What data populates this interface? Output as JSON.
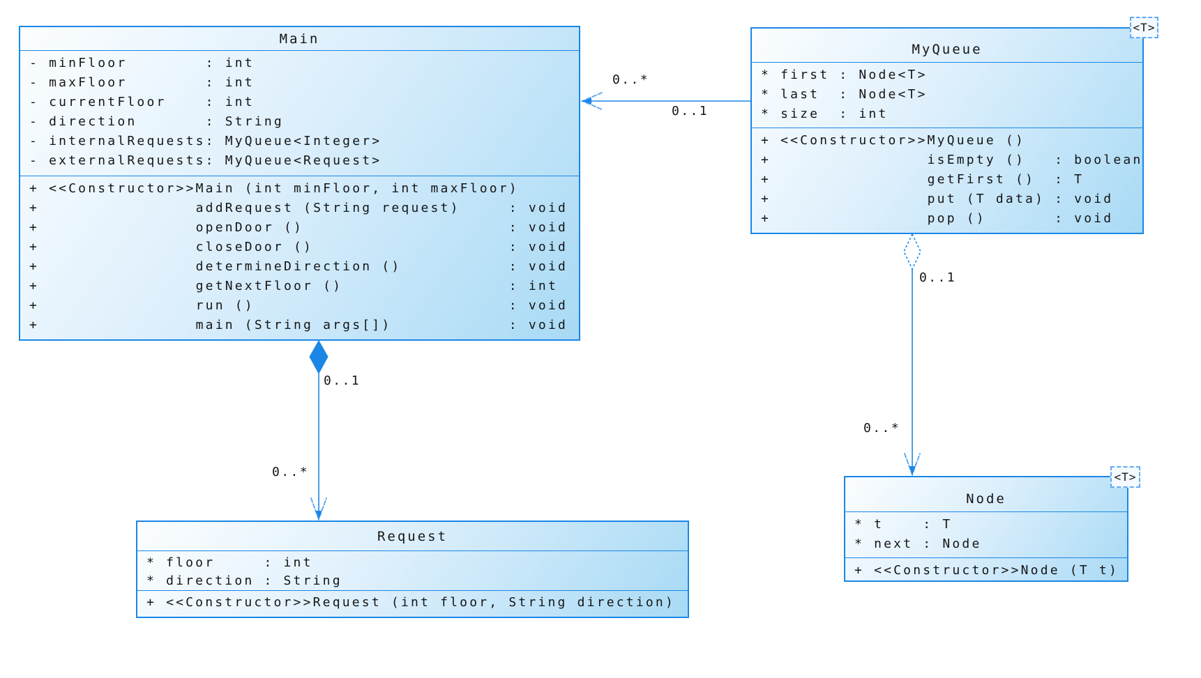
{
  "colors": {
    "border": "#1a87e6",
    "line": "#1a87e6",
    "arrow": "#62aaf5",
    "fill-start": "#fcfeff",
    "fill-mid": "#ddeffc",
    "fill-end": "#a8daf5",
    "text": "#151515"
  },
  "classes": {
    "main": {
      "name": "Main",
      "attributes": [
        "- minFloor        : int",
        "- maxFloor        : int",
        "- currentFloor    : int",
        "- direction       : String",
        "- internalRequests: MyQueue<Integer>",
        "- externalRequests: MyQueue<Request>"
      ],
      "methods": [
        "+ <<Constructor>>Main (int minFloor, int maxFloor)",
        "+                addRequest (String request)     : void",
        "+                openDoor ()                     : void",
        "+                closeDoor ()                    : void",
        "+                determineDirection ()           : void",
        "+                getNextFloor ()                 : int",
        "+                run ()                          : void",
        "+                main (String args[])            : void"
      ]
    },
    "myqueue": {
      "name": "MyQueue",
      "template": "<T>",
      "attributes": [
        "* first : Node<T>",
        "* last  : Node<T>",
        "* size  : int"
      ],
      "methods": [
        "+ <<Constructor>>MyQueue ()",
        "+                isEmpty ()   : boolean",
        "+                getFirst ()  : T",
        "+                put (T data) : void",
        "+                pop ()       : void"
      ]
    },
    "request": {
      "name": "Request",
      "attributes": [
        "* floor     : int",
        "* direction : String"
      ],
      "methods": [
        "+ <<Constructor>>Request (int floor, String direction)"
      ]
    },
    "node": {
      "name": "Node",
      "template": "<T>",
      "attributes": [
        "* t    : T",
        "* next : Node"
      ],
      "methods": [
        "+ <<Constructor>>Node (T t)"
      ]
    }
  },
  "relations": {
    "myqueue_to_main": {
      "type": "directed-association",
      "label_near_main": "0..*",
      "label_near_myqueue": "0..1"
    },
    "main_to_request": {
      "type": "composition",
      "label_near_main": "0..1",
      "label_near_request": "0..*"
    },
    "myqueue_to_node": {
      "type": "aggregation",
      "label_near_myqueue": "0..1",
      "label_near_node": "0..*"
    }
  }
}
